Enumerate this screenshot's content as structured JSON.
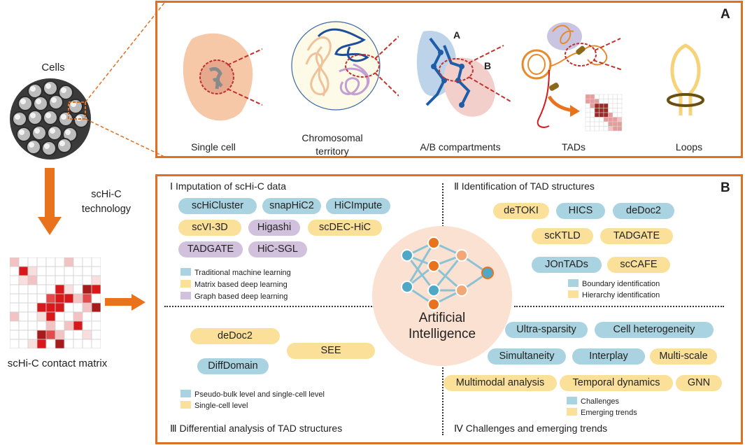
{
  "left": {
    "cells_label": "Cells",
    "technology_label": "scHi-C\ntechnology",
    "matrix_label": "scHi-C contact matrix"
  },
  "panel_a": {
    "letter": "A",
    "items": [
      {
        "label": "Single cell"
      },
      {
        "label": "Chromosomal\nterritory"
      },
      {
        "label": "A/B compartments"
      },
      {
        "label": "TADs"
      },
      {
        "label": "Loops"
      }
    ],
    "compartment_a": "A",
    "compartment_b": "B"
  },
  "panel_b": {
    "letter": "B",
    "center": {
      "line1": "Artificial",
      "line2": "Intelligence"
    },
    "q1": {
      "title": "Ⅰ Imputation of scHi-C data",
      "tools": [
        {
          "label": "scHiCluster",
          "kind": "blue"
        },
        {
          "label": "snapHiC2",
          "kind": "blue"
        },
        {
          "label": "HiCImpute",
          "kind": "blue"
        },
        {
          "label": "scVI-3D",
          "kind": "yellow"
        },
        {
          "label": "Higashi",
          "kind": "purple"
        },
        {
          "label": "scDEC-HiC",
          "kind": "yellow"
        },
        {
          "label": "TADGATE",
          "kind": "purple"
        },
        {
          "label": "HiC-SGL",
          "kind": "purple"
        }
      ],
      "legend": [
        "Traditional machine learning",
        "Matrix based deep learning",
        "Graph based deep learning"
      ]
    },
    "q2": {
      "title": "Ⅱ Identification of TAD structures",
      "tools": [
        {
          "label": "deTOKI",
          "kind": "yellow"
        },
        {
          "label": "HICS",
          "kind": "blue"
        },
        {
          "label": "deDoc2",
          "kind": "blue"
        },
        {
          "label": "scKTLD",
          "kind": "yellow"
        },
        {
          "label": "TADGATE",
          "kind": "yellow"
        },
        {
          "label": "JOnTADs",
          "kind": "blue"
        },
        {
          "label": "scCAFE",
          "kind": "yellow"
        }
      ],
      "legend": [
        "Boundary identification",
        "Hierarchy identification"
      ]
    },
    "q3": {
      "title": "Ⅲ Differential analysis of TAD structures",
      "tools": [
        {
          "label": "deDoc2",
          "kind": "yellow"
        },
        {
          "label": "SEE",
          "kind": "yellow"
        },
        {
          "label": "DiffDomain",
          "kind": "blue"
        }
      ],
      "legend": [
        "Pseudo-bulk level and single-cell level",
        "Single-cell level"
      ]
    },
    "q4": {
      "title": "Ⅳ Challenges and emerging trends",
      "tools": [
        {
          "label": "Ultra-sparsity",
          "kind": "blue"
        },
        {
          "label": "Cell heterogeneity",
          "kind": "blue"
        },
        {
          "label": "Simultaneity",
          "kind": "blue"
        },
        {
          "label": "Interplay",
          "kind": "blue"
        },
        {
          "label": "Multi-scale",
          "kind": "yellow"
        },
        {
          "label": "Multimodal analysis",
          "kind": "yellow"
        },
        {
          "label": "Temporal dynamics",
          "kind": "yellow"
        },
        {
          "label": "GNN",
          "kind": "yellow"
        }
      ],
      "legend": [
        "Challenges",
        "Emerging trends"
      ]
    }
  },
  "colors": {
    "accent": "#e06f1f",
    "blue": "#a9d3e0",
    "yellow": "#fbe09a",
    "purple": "#d1c1dd",
    "matrix_red": "#d7191c"
  }
}
